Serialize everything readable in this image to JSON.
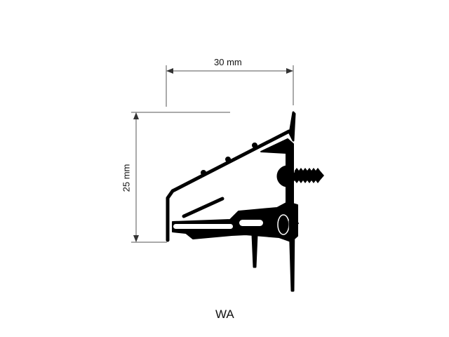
{
  "dimensions": {
    "width_label": "30 mm",
    "height_label": "25 mm"
  },
  "caption": "WA",
  "colors": {
    "profile": "#000000",
    "dimension_lines": "#555555"
  }
}
